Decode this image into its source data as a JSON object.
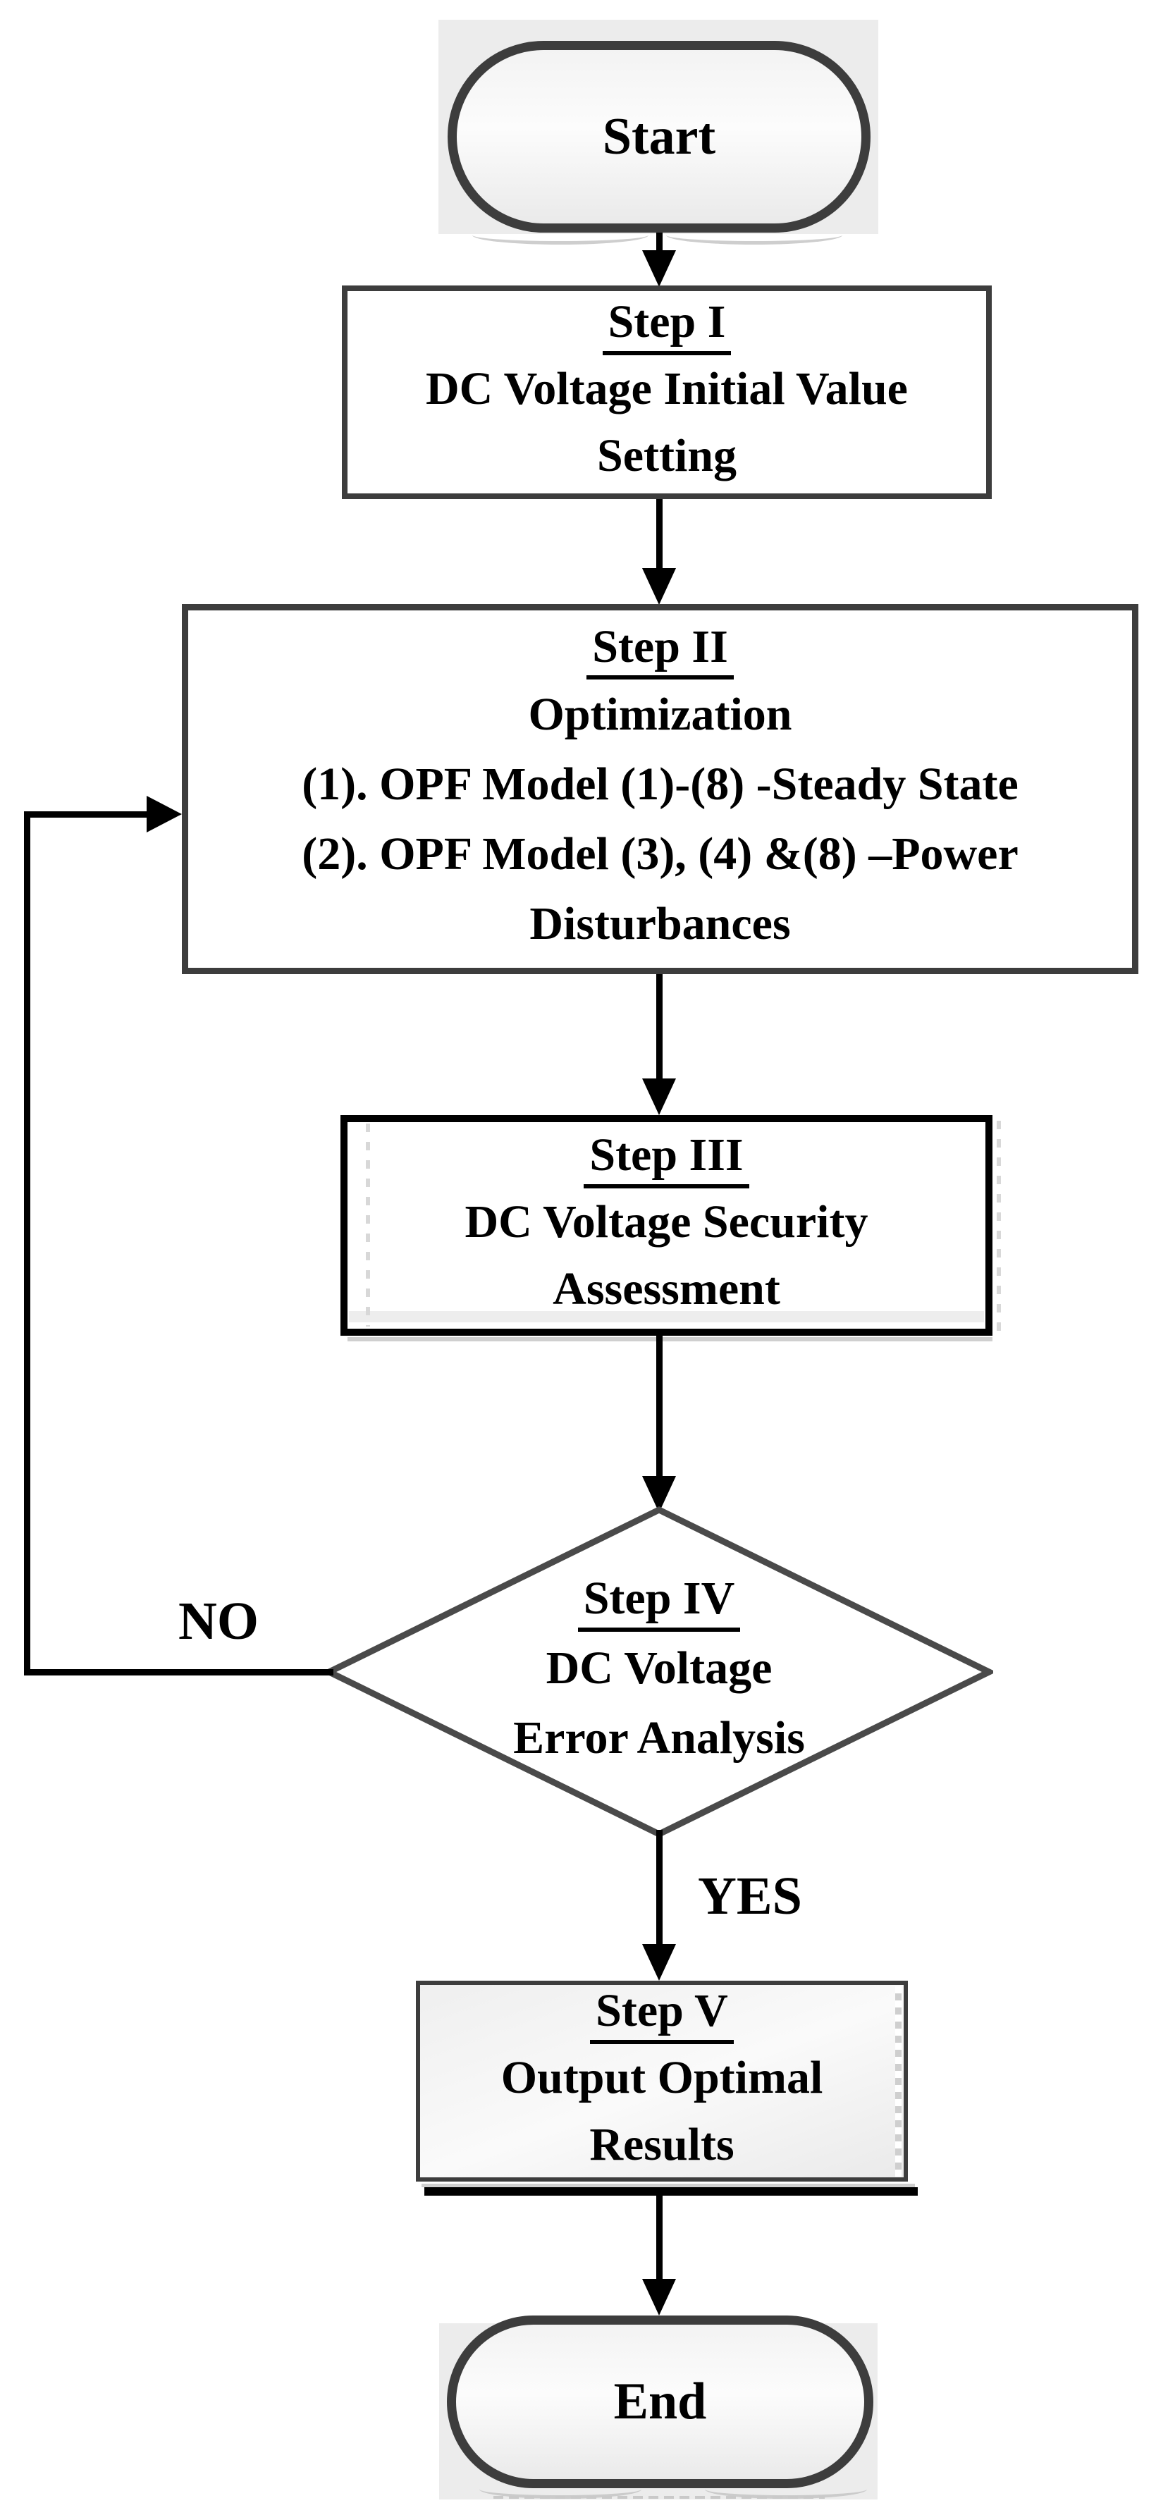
{
  "diagram": {
    "type": "flowchart",
    "colors": {
      "node_border": "#3d3d3d",
      "step3_border": "#000000",
      "diamond_border": "#4a4a4a",
      "arrow": "#000000",
      "backdrop": "#ececec",
      "fill": "#ffffff"
    },
    "nodes": {
      "start": {
        "label": "Start"
      },
      "step1": {
        "heading": "Step I",
        "lines": [
          "DC Voltage Initial Value",
          "Setting"
        ]
      },
      "step2": {
        "heading": "Step II",
        "lines": [
          "Optimization",
          "(1). OPF Model (1)-(8) -Steady State",
          "(2). OPF Model (3), (4) &(8) –Power",
          "Disturbances"
        ]
      },
      "step3": {
        "heading": "Step III",
        "lines": [
          "DC Voltage Security",
          "Assessment"
        ]
      },
      "step4": {
        "heading": "Step IV",
        "lines": [
          "DC Voltage",
          "Error Analysis"
        ]
      },
      "step5": {
        "heading": "Step V",
        "lines": [
          "Output Optimal",
          "Results"
        ]
      },
      "end": {
        "label": "End"
      }
    },
    "edge_labels": {
      "no": "NO",
      "yes": "YES"
    }
  }
}
